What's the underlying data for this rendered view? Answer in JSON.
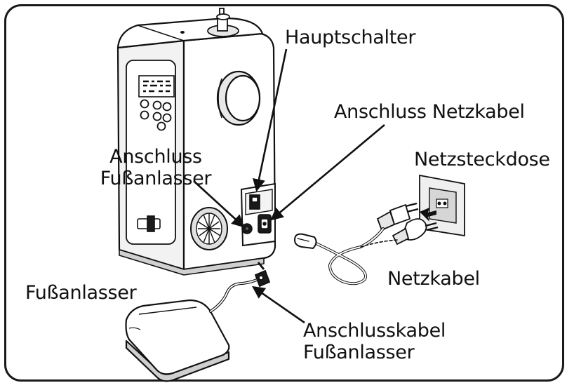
{
  "labels": {
    "hauptschalter": "Hauptschalter",
    "anschluss_netzkabel": "Anschluss Netzkabel",
    "anschluss_fussanlasser_line1": "Anschluss",
    "anschluss_fussanlasser_line2": "Fußanlasser",
    "netzsteckdose": "Netzsteckdose",
    "netzkabel": "Netzkabel",
    "fussanlasser": "Fußanlasser",
    "anschlusskabel_line1": "Anschlusskabel",
    "anschlusskabel_line2": "Fußanlasser"
  },
  "colors": {
    "line": "#111111",
    "machine_fill": "#ffffff",
    "machine_shade": "#d9d9d9",
    "dark": "#1a1a1a"
  },
  "icons": [
    "sewing-machine",
    "power-switch",
    "power-socket",
    "foot-pedal",
    "power-cable",
    "wall-outlet"
  ]
}
